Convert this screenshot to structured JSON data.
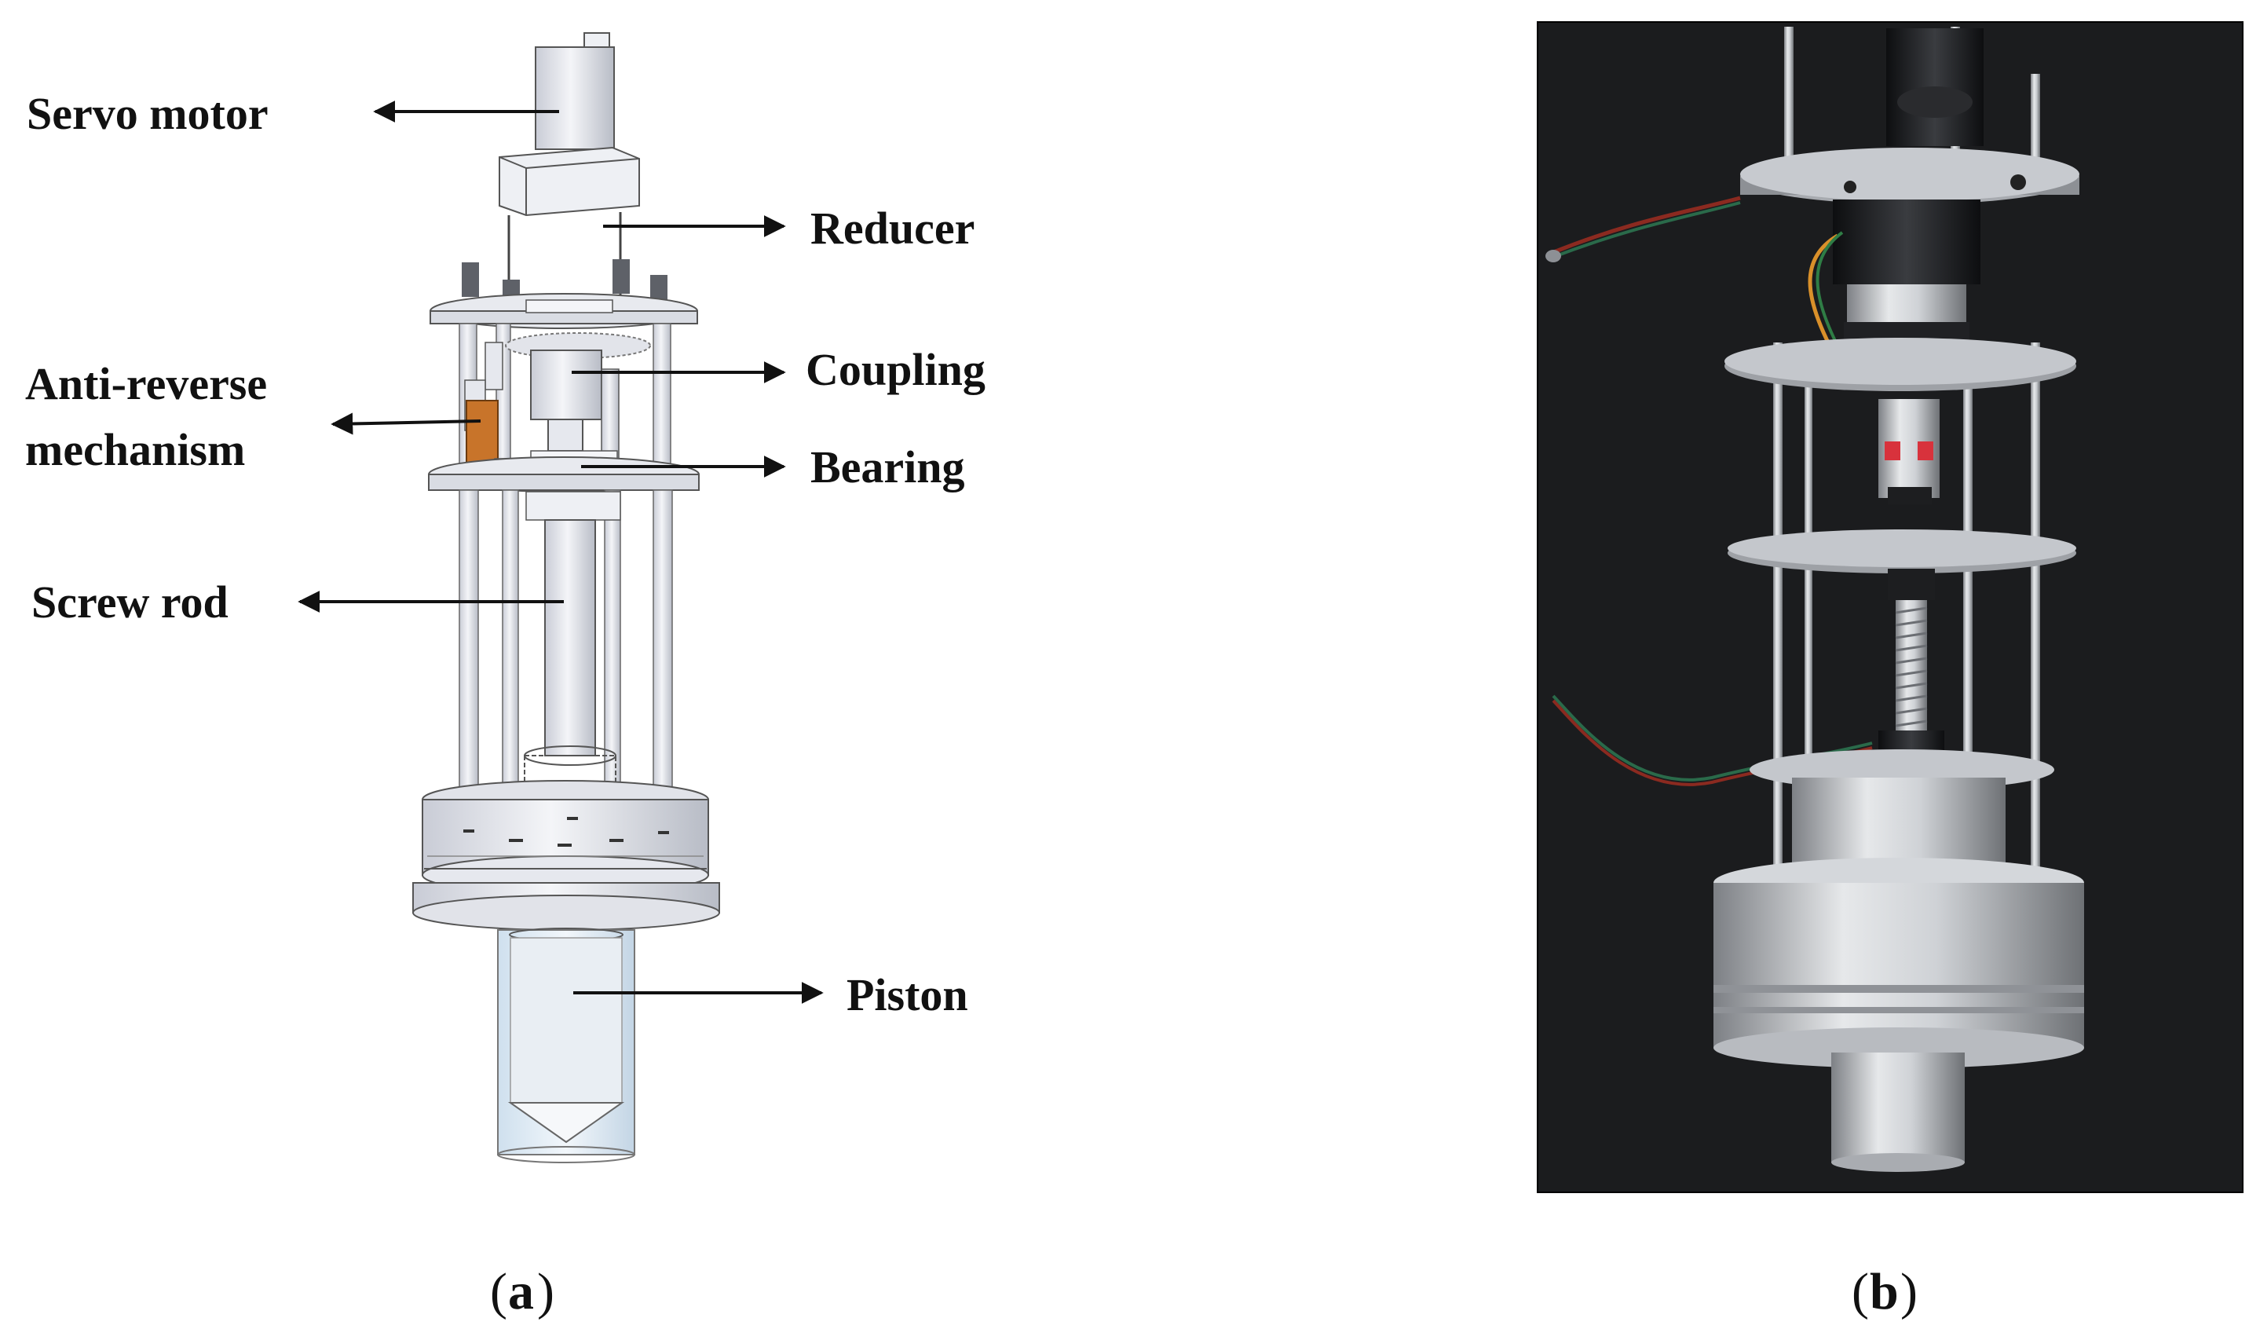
{
  "figure_a": {
    "labels": {
      "servo_motor": "Servo motor",
      "reducer": "Reducer",
      "coupling": "Coupling",
      "anti_reverse_line1": "Anti-reverse",
      "anti_reverse_line2": "mechanism",
      "bearing": "Bearing",
      "screw_rod": "Screw rod",
      "piston": "Piston"
    },
    "caption_letter": "a"
  },
  "figure_b": {
    "caption_letter": "b"
  },
  "colors": {
    "photo_background": "#1b1c1e",
    "metal": "#c9ccd0",
    "mechanism_orange": "#c8742a",
    "coupling_red": "#d8323c",
    "text": "#111111"
  }
}
